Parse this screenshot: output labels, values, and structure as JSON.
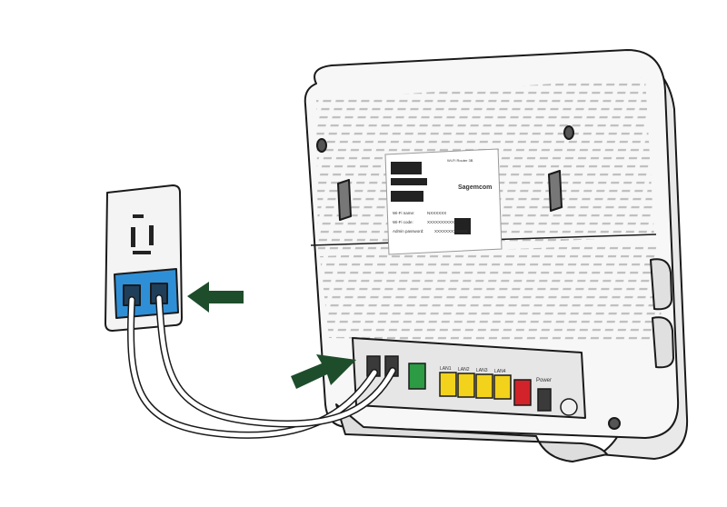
{
  "colors": {
    "outline": "#1a1a1a",
    "router_body": "#f4f4f4",
    "router_vents": "#bdbdbd",
    "wall_jack_blue": "#2f8fd6",
    "lan_yellow": "#f2d21b",
    "wan_green": "#2d9a44",
    "phone_red": "#d2232a",
    "arrow_green": "#1e4d2b",
    "cable_white": "#ffffff"
  },
  "label_plate": {
    "brand": "Sagemcom",
    "header": "Wi-Fi Router 3B",
    "wifi_name_label": "Wi-Fi name:",
    "wifi_name_value": "NXXXXXX",
    "wifi_code_label": "Wi-Fi code:",
    "wifi_code_value": "XXXXXXXXXX",
    "admin_label": "Admin password:",
    "admin_value": "XXXXXXXXXXXX"
  },
  "ports": {
    "lan": [
      "LAN1",
      "LAN2",
      "LAN3",
      "LAN4"
    ],
    "power": "Power"
  },
  "icons": {
    "outlet": "power-outlet-icon",
    "arrow": "arrow-left-icon",
    "wifi": "wifi-icon",
    "wps": "wps-icon"
  },
  "arrows_count": 2
}
